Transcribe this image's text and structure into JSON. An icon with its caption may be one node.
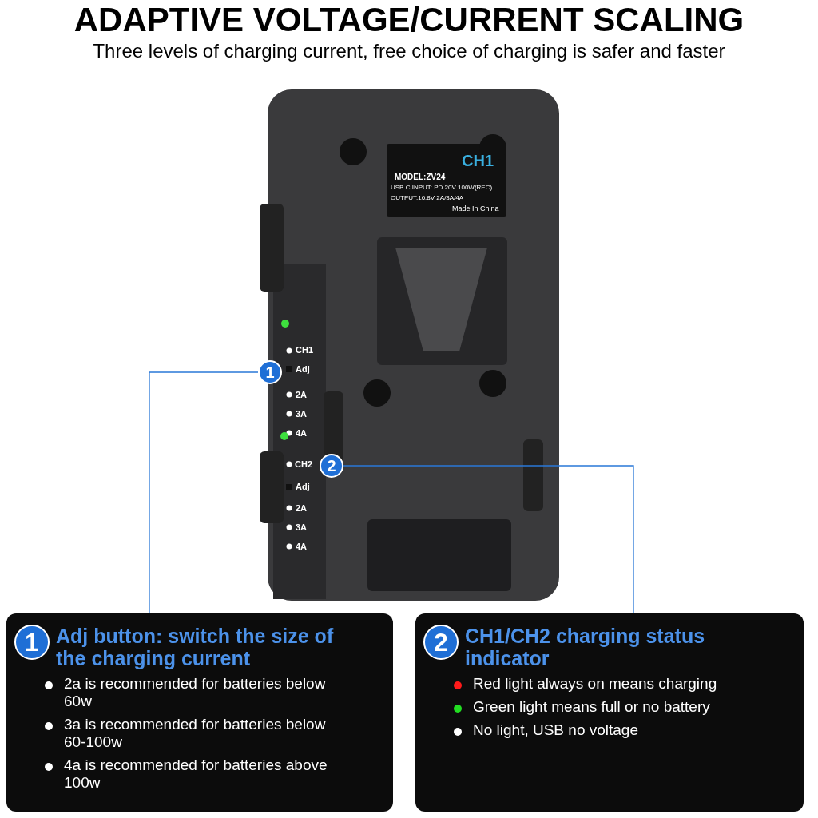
{
  "diagram": {
    "title": "ADAPTIVE VOLTAGE/CURRENT SCALING",
    "nodes": [
      {
        "text": [
          "1"
        ]
      },
      {
        "text": [
          "2"
        ]
      },
      {
        "text": [
          "1",
          "Adj button: switch the size of the charging current",
          "2a is recommended for batteries below 60w",
          "3a is recommended for batteries below 60-100w",
          "4a is recommended for batteries above 100w"
        ]
      },
      {
        "text": [
          "2",
          "CH1/CH2 charging status indicator",
          "Red light always on means charging",
          "Green light means full or no battery",
          "No light, USB no voltage"
        ]
      }
    ],
    "edges": [
      {
        "from": 0,
        "to": 2,
        "arrow": "none"
      },
      {
        "from": 1,
        "to": 3,
        "arrow": "none"
      }
    ],
    "labels": [
      "Three levels of charging current, free choice of charging is safer and faster",
      "CH1",
      "MODEL:ZV24",
      "USB C INPUT: PD 20V 100W(REC)",
      "OUTPUT:16.8V 2A/3A/4A",
      "Made In China",
      "CH1",
      "Adj",
      "2A",
      "3A",
      "4A",
      "CH2",
      "Adj",
      "2A",
      "3A",
      "4A"
    ]
  }
}
